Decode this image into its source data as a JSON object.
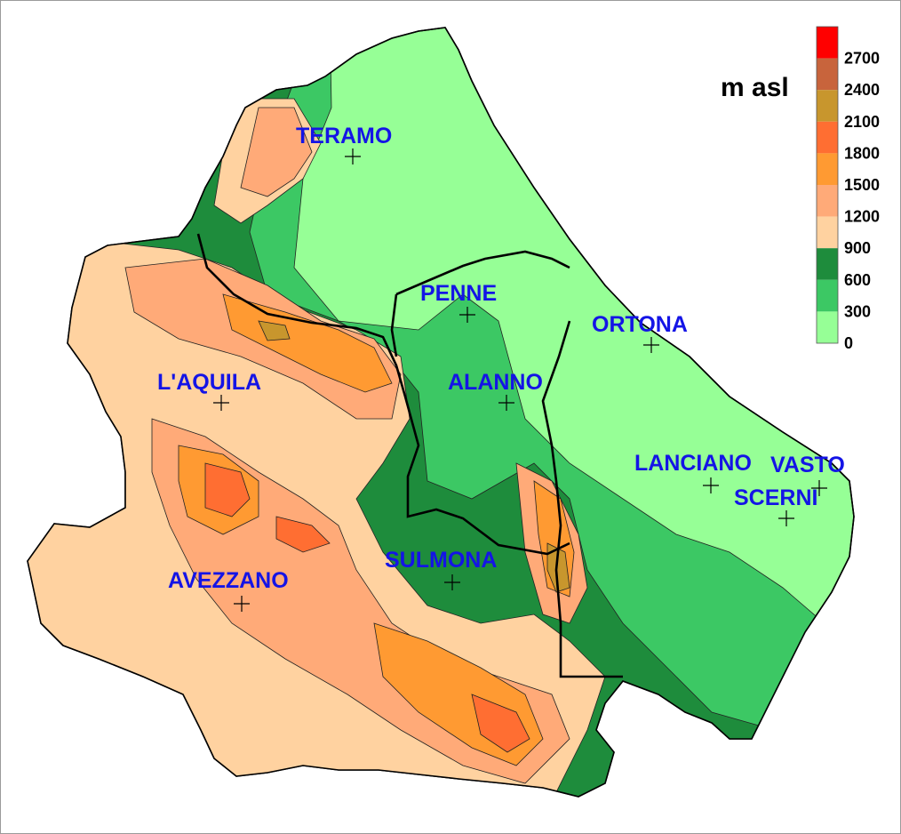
{
  "legend": {
    "unit": "m asl",
    "ticks": [
      "2700",
      "2400",
      "2100",
      "1800",
      "1500",
      "1200",
      "900",
      "600",
      "300",
      "0"
    ],
    "colors": [
      "#ff0000",
      "#c8643c",
      "#c8962d",
      "#ff6e32",
      "#ff9a32",
      "#ffaa78",
      "#ffd2a0",
      "#1e8c3c",
      "#3cc864",
      "#96ff96"
    ]
  },
  "cities": [
    {
      "name": "TERAMO"
    },
    {
      "name": "PENNE"
    },
    {
      "name": "ORTONA"
    },
    {
      "name": "L'AQUILA"
    },
    {
      "name": "ALANNO"
    },
    {
      "name": "LANCIANO"
    },
    {
      "name": "VASTO"
    },
    {
      "name": "SCERNI"
    },
    {
      "name": "SULMONA"
    },
    {
      "name": "AVEZZANO"
    }
  ],
  "colors": {
    "city_label": "#1414e6",
    "lowland": "#96ff96",
    "border": "#000000"
  }
}
